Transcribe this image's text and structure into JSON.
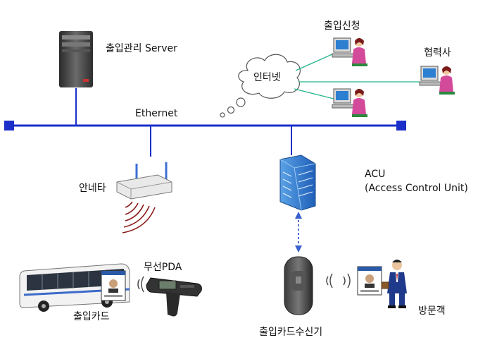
{
  "labels": {
    "server": "출입관리 Server",
    "ethernet": "Ethernet",
    "apply": "출입신청",
    "partner": "협력사",
    "internet": "인터넷",
    "antenna": "안네타",
    "acu_line1": "ACU",
    "acu_line2": "(Access Control Unit)",
    "pda": "무선PDA",
    "card_left": "출입카드",
    "reader": "출입카드수신기",
    "visitor": "방문객"
  },
  "colors": {
    "bus": "#1b2fc9",
    "link": "#23b58c",
    "dotted": "#3a5fcf",
    "signal": "#8b1a1a"
  }
}
